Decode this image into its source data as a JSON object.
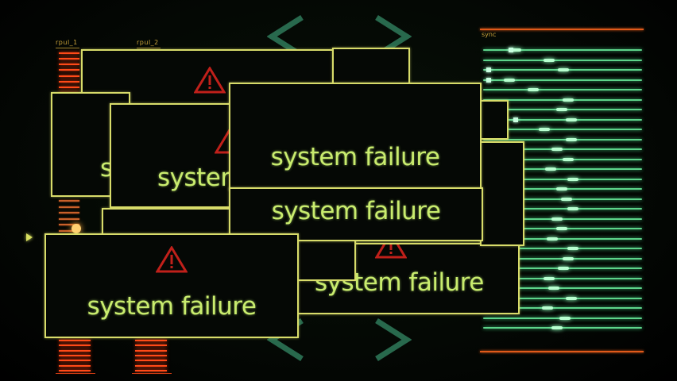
{
  "inputs": {
    "left_label": "rpul_1",
    "right_label": "rpul_2"
  },
  "sync": {
    "label": "sync"
  },
  "error": {
    "message": "system failure"
  },
  "colors": {
    "window_border": "#d8dc6a",
    "message_text": "#c9ec6e",
    "sync_line": "#5dd48a",
    "bar": "#ff4a18",
    "chevron": "#2f7a5a",
    "warning": "#c0201a"
  },
  "icons": {
    "warning": "warning-triangle-icon",
    "play": "play-arrow-icon",
    "chevron_left": "chevron-left-icon",
    "chevron_right": "chevron-right-icon"
  }
}
